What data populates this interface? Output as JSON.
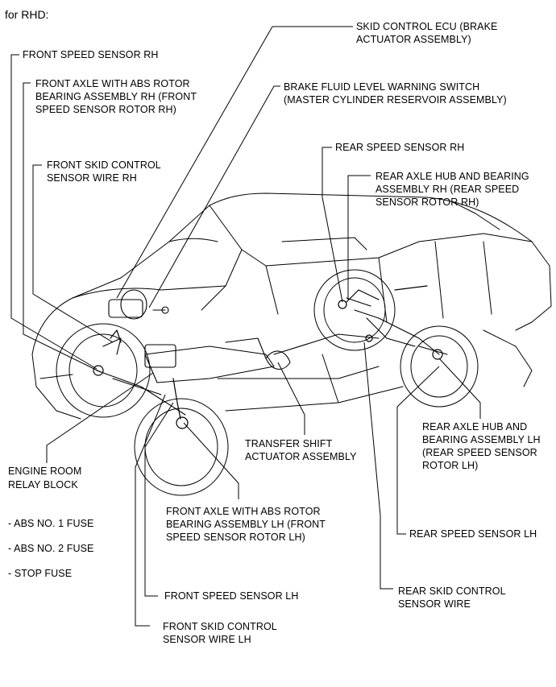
{
  "header": {
    "title": "for RHD:"
  },
  "labels": {
    "front_speed_sensor_rh": "FRONT SPEED SENSOR RH",
    "front_axle_rh": [
      "FRONT AXLE WITH ABS ROTOR",
      "BEARING ASSEMBLY RH (FRONT",
      "SPEED SENSOR ROTOR RH)"
    ],
    "front_skid_wire_rh": [
      "FRONT SKID CONTROL",
      "SENSOR WIRE RH"
    ],
    "skid_control_ecu": [
      "SKID CONTROL ECU (BRAKE",
      "ACTUATOR ASSEMBLY)"
    ],
    "brake_fluid_switch": [
      "BRAKE FLUID LEVEL WARNING SWITCH",
      "(MASTER CYLINDER  RESERVOIR ASSEMBLY)"
    ],
    "rear_speed_sensor_rh": "REAR SPEED SENSOR RH",
    "rear_axle_rh": [
      "REAR AXLE HUB AND BEARING",
      "ASSEMBLY RH (REAR SPEED",
      "SENSOR ROTOR RH)"
    ],
    "engine_room_relay": [
      "ENGINE ROOM",
      "RELAY BLOCK"
    ],
    "fuses": [
      "- ABS NO. 1 FUSE",
      "- ABS NO. 2 FUSE",
      "- STOP FUSE"
    ],
    "transfer_shift": [
      "TRANSFER SHIFT",
      "ACTUATOR ASSEMBLY"
    ],
    "rear_axle_lh": [
      "REAR AXLE HUB AND",
      "BEARING ASSEMBLY LH",
      "(REAR SPEED SENSOR",
      "ROTOR LH)"
    ],
    "front_axle_lh": [
      "FRONT AXLE WITH ABS ROTOR",
      "BEARING ASSEMBLY LH (FRONT",
      "SPEED SENSOR ROTOR LH)"
    ],
    "rear_speed_sensor_lh": "REAR SPEED SENSOR LH",
    "front_speed_sensor_lh": "FRONT SPEED SENSOR LH",
    "rear_skid_wire": [
      "REAR SKID CONTROL",
      "SENSOR WIRE"
    ],
    "front_skid_wire_lh": [
      "FRONT SKID CONTROL",
      "SENSOR WIRE LH"
    ]
  }
}
